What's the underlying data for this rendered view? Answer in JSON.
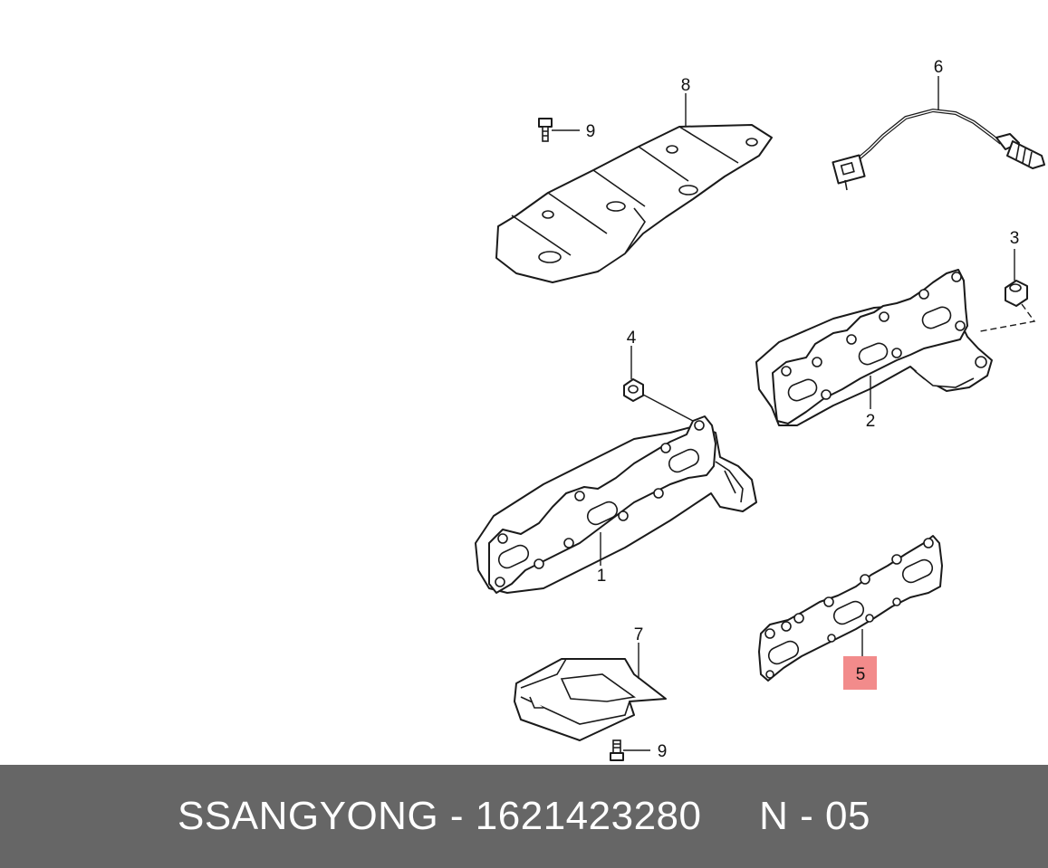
{
  "diagram": {
    "callouts": {
      "c1": "1",
      "c2": "2",
      "c3": "3",
      "c4": "4",
      "c5": "5",
      "c6": "6",
      "c7": "7",
      "c8": "8",
      "c9a": "9",
      "c9b": "9"
    },
    "highlight_color": "#f28b8b",
    "highlighted_callout": "5"
  },
  "footer": {
    "brand": "SSANGYONG",
    "separator": " - ",
    "part_number": "1621423280",
    "position_label": "N - 05",
    "background_color": "#666666"
  }
}
